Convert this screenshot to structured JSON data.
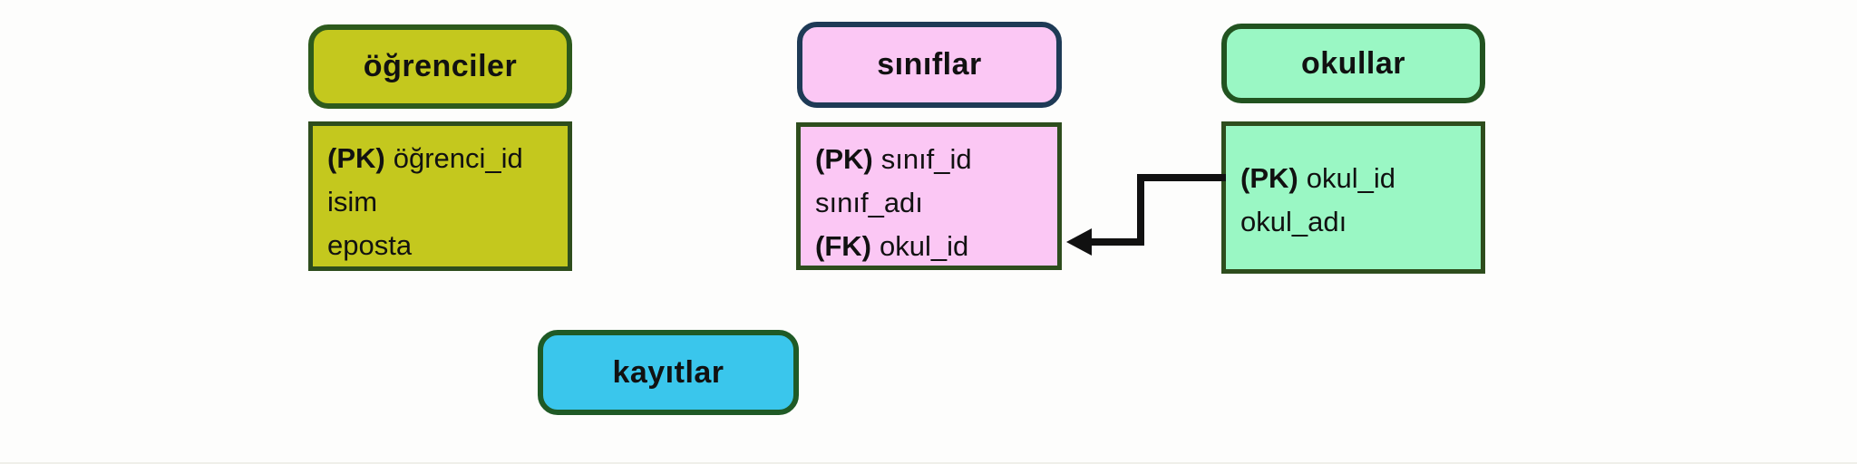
{
  "diagram": {
    "background": "#fdfdfc",
    "text_color": "#111111",
    "arrow_color": "#111111",
    "entities": [
      {
        "id": "ogrenciler",
        "title": "öğrenciler",
        "fill": "#c4c81e",
        "header_border": "#2d5a1c",
        "body_border": "#2e4d1d",
        "fields": [
          {
            "key": "(PK)",
            "name": "öğrenci_id"
          },
          {
            "key": "",
            "name": "isim"
          },
          {
            "key": "",
            "name": "eposta"
          }
        ]
      },
      {
        "id": "siniflar",
        "title": "sınıflar",
        "fill": "#fbc7f4",
        "header_border": "#1e3a56",
        "body_border": "#2e4d1d",
        "fields": [
          {
            "key": "(PK)",
            "name": "sınıf_id"
          },
          {
            "key": "",
            "name": "sınıf_adı"
          },
          {
            "key": "(FK)",
            "name": "okul_id"
          }
        ]
      },
      {
        "id": "okullar",
        "title": "okullar",
        "fill": "#9af7c4",
        "header_border": "#225320",
        "body_border": "#2e4d1d",
        "fields": [
          {
            "key": "(PK)",
            "name": "okul_id"
          },
          {
            "key": "",
            "name": "okul_adı"
          }
        ]
      },
      {
        "id": "kayitlar",
        "title": "kayıtlar",
        "fill": "#3ac6ec",
        "header_border": "#1f5a26",
        "fields": []
      }
    ],
    "relationship": {
      "from_entity": "okullar",
      "from_field": "okul_id",
      "to_entity": "sınıflar",
      "to_field": "okul_id",
      "style": "elbow-arrow-left"
    }
  }
}
